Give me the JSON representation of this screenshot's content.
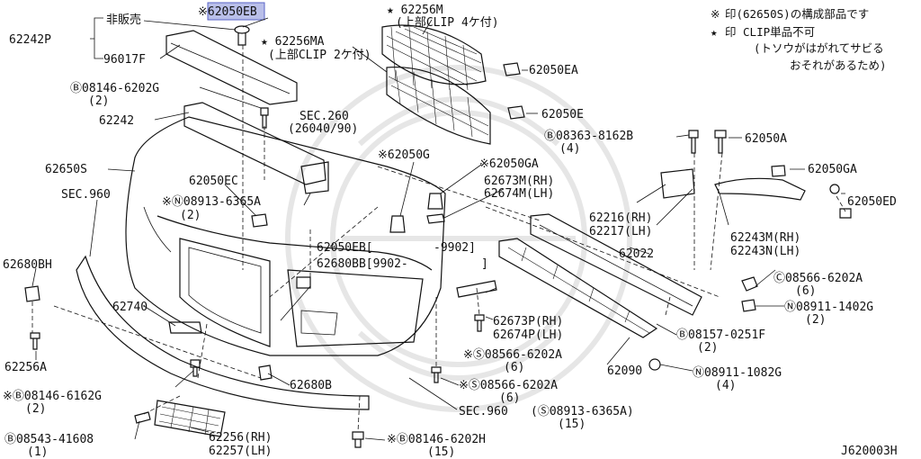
{
  "diagram": {
    "code": "J620003H",
    "notes": {
      "star_symbol": "※",
      "line1": "印(62650S)の構成部品です",
      "line2_prefix": "★",
      "line2": "印 CLIP単品不可",
      "line3": "(トソウがはがれてサビる",
      "line4": "おそれがあるため)"
    },
    "labels": {
      "p62050EB_top": "※62050EB",
      "hibaibai": "非販売",
      "p62242P": "62242P",
      "p96017F": "96017F",
      "p62256M": "★ 62256M",
      "p62256M_sub": "(上部CLIP 4ケ付)",
      "p62256MA": "★ 62256MA",
      "p62256MA_sub": "(上部CLIP 2ケ付)",
      "p62050EA": "62050EA",
      "p62050E": "62050E",
      "b08146_6202G": "Ⓑ08146-6202G",
      "b08146_6202G_q": "(2)",
      "sec260": "SEC.260",
      "sec260_sub": "(26040/90)",
      "p62242": "62242",
      "p62650S": "62650S",
      "sec960_left": "SEC.960",
      "p62050EC": "62050EC",
      "n08913_6365A": "※Ⓝ08913-6365A",
      "n08913_6365A_q": "(2)",
      "p62050G": "※62050G",
      "p62050GA_mid": "※62050GA",
      "p62673M": "62673M(RH)",
      "p62674M": "62674M(LH)",
      "b08363_8162B": "Ⓑ08363-8162B",
      "b08363_8162B_q": "(4)",
      "p62050A": "62050A",
      "p62050GA_right": "62050GA",
      "p62050ED": "62050ED",
      "p62216": "62216(RH)",
      "p62217": "62217(LH)",
      "p62243M": "62243M(RH)",
      "p62243N": "62243N(LH)",
      "range9902": "-9902]",
      "p62050EB_mid": "62050EB[",
      "p62680BB": "62680BB[9902-",
      "bracket_close": "]",
      "p62022": "62022",
      "c08566_6202A_r": "Ⓒ08566-6202A",
      "c08566_6202A_r_q": "(6)",
      "n08911_1402G": "Ⓝ08911-1402G",
      "n08911_1402G_q": "(2)",
      "p62680BH": "62680BH",
      "p62740": "62740",
      "p62673P": "62673P(RH)",
      "p62674P": "62674P(LH)",
      "b08157_0251F": "Ⓑ08157-0251F",
      "b08157_0251F_q": "(2)",
      "s08566_6202A_a": "※Ⓢ08566-6202A",
      "s08566_6202A_a_q": "(6)",
      "p62256A": "62256A",
      "p62090": "62090",
      "n08911_1082G": "Ⓝ08911-1082G",
      "n08911_1082G_q": "(4)",
      "b08146_6162G": "※Ⓑ08146-6162G",
      "b08146_6162G_q": "(2)",
      "p62680B": "62680B",
      "s08566_6202A_b": "※Ⓢ08566-6202A",
      "s08566_6202A_b_q": "(6)",
      "sec960_bottom": "SEC.960",
      "s08913_6365A": "(Ⓢ08913-6365A)",
      "s08913_6365A_q": "(15)",
      "p62256": "62256(RH)",
      "p62257": "62257(LH)",
      "b08543_41608": "Ⓑ08543-41608",
      "b08543_41608_q": "(1)",
      "b08146_6202H": "※Ⓑ08146-6202H",
      "b08146_6202H_q": "(15)"
    }
  }
}
